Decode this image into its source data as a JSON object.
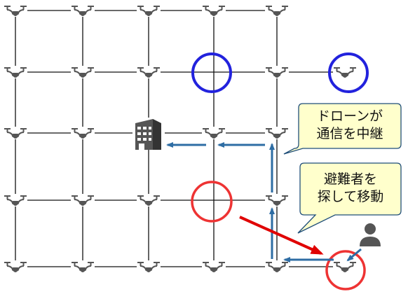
{
  "callouts": {
    "relay": {
      "line1": "ドローンが",
      "line2": "通信を中継"
    },
    "search": {
      "line1": "避難者を",
      "line2": "探して移動"
    }
  },
  "icons": {
    "node": "drone-icon",
    "building": "building-icon",
    "person": "person-icon"
  },
  "colors": {
    "grid_line": "#111111",
    "drone": "#555555",
    "relay_circle": "#2222dd",
    "search_circle": "#ee3333",
    "relay_arrow": "#2e6da4",
    "movement_arrow": "#e00000",
    "callout_fill": "#ffffcc",
    "callout_stroke": "#1f4e79"
  }
}
